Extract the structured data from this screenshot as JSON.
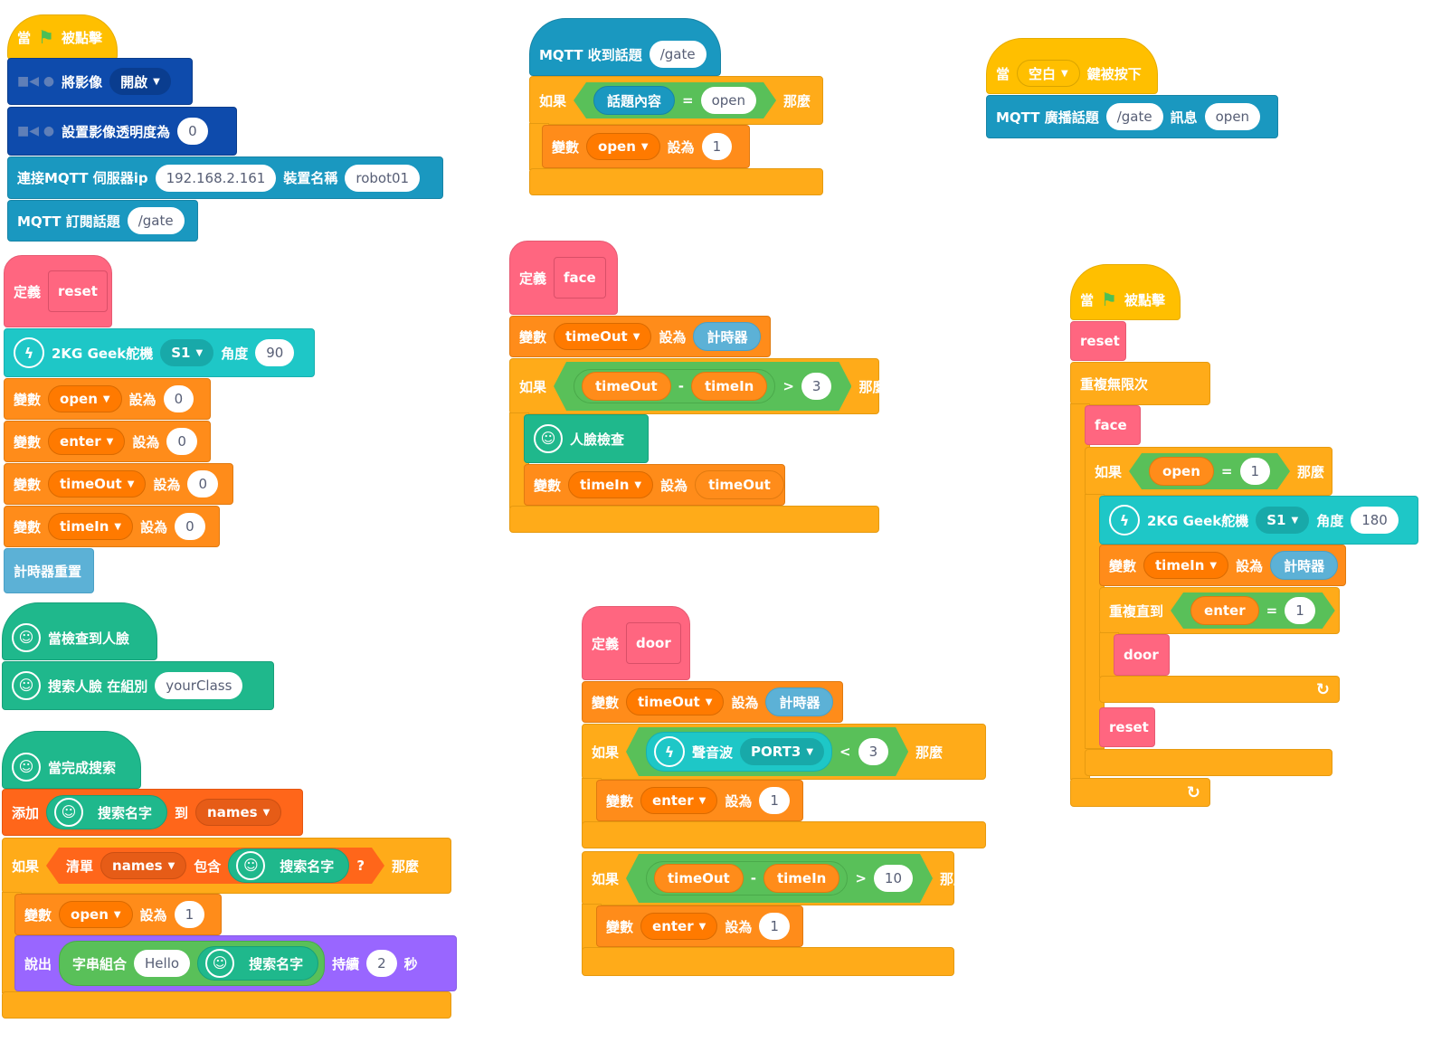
{
  "common": {
    "when": "當",
    "clicked": "被點擊",
    "define": "定義",
    "variable": "變數",
    "set_to": "設為",
    "if": "如果",
    "then": "那麼",
    "repeat_forever": "重複無限次",
    "repeat_until": "重複直到",
    "timer": "計時器",
    "minus": "-",
    "equals": "=",
    "greater": ">",
    "less": "<",
    "angle": "角度",
    "servo": "2KG Geek舵機"
  },
  "script1": {
    "video_label": "將影像",
    "video_value": "開啟",
    "transparency_label": "設置影像透明度為",
    "transparency_value": "0",
    "connect_label": "連接MQTT 伺服器ip",
    "ip": "192.168.2.161",
    "device_label": "裝置名稱",
    "device": "robot01",
    "subscribe_label": "MQTT 訂閱話題",
    "subscribe_topic": "/gate"
  },
  "script_reset": {
    "name": "reset",
    "servo_port": "S1",
    "servo_angle": "90",
    "vars": [
      {
        "name": "open",
        "value": "0"
      },
      {
        "name": "enter",
        "value": "0"
      },
      {
        "name": "timeOut",
        "value": "0"
      },
      {
        "name": "timeIn",
        "value": "0"
      }
    ],
    "timer_reset": "計時器重置"
  },
  "script_face_detect": {
    "hat": "當檢查到人臉",
    "search_label": "搜索人臉 在組別",
    "group": "yourClass"
  },
  "script_search_done": {
    "hat": "當完成搜索",
    "add_label": "添加",
    "search_name": "搜索名字",
    "to": "到",
    "list": "names",
    "list_label": "清單",
    "contains": "包含",
    "question": "?",
    "var_open": "open",
    "var_value": "1",
    "say": "說出",
    "join": "字串組合",
    "hello": "Hello",
    "for": "持續",
    "secs_value": "2",
    "secs": "秒"
  },
  "script_mqtt_receive": {
    "hat": "MQTT 收到話題",
    "topic": "/gate",
    "content": "話題內容",
    "compare": "open",
    "var_open": "open",
    "var_value": "1"
  },
  "script_face": {
    "name": "face",
    "var_timeout": "timeOut",
    "var_timein": "timeIn",
    "threshold": "3",
    "check": "人臉檢查"
  },
  "script_door": {
    "name": "door",
    "var_timeout": "timeOut",
    "var_timein": "timeIn",
    "ultrasonic": "聲音波",
    "port": "PORT3",
    "distance": "3",
    "var_enter": "enter",
    "enter_value": "1",
    "threshold": "10"
  },
  "script_key": {
    "key": "空白",
    "key_label": "鍵被按下",
    "broadcast": "MQTT 廣播話題",
    "topic": "/gate",
    "msg_label": "訊息",
    "msg": "open"
  },
  "script_main": {
    "reset": "reset",
    "face": "face",
    "var_open": "open",
    "open_value": "1",
    "servo_port": "S1",
    "servo_angle": "180",
    "var_timein": "timeIn",
    "var_enter": "enter",
    "enter_value": "1",
    "door": "door",
    "reset2": "reset"
  },
  "colors": {
    "event": "#ffbf00",
    "video": "#0e4bac",
    "mqtt": "#1a98c0",
    "variable": "#ff8c1a",
    "control": "#ffab19",
    "define": "#ff6680",
    "geek": "#1ec7c7",
    "face": "#1fb88c",
    "operator": "#59c059",
    "list": "#ff661a",
    "looks": "#9966ff",
    "sensing": "#5cb1d6"
  }
}
